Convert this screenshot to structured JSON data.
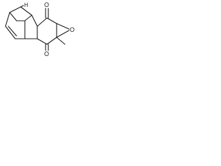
{
  "atoms": {
    "ketone_top_oxygen": "O",
    "ketone_bottom_oxygen": "O",
    "epoxide_oxygen": "O",
    "bridgehead_hydrogen": "H",
    "methyl_group_text": ""
  },
  "colors": {
    "ink": "#1a1a1a",
    "background": "#ffffff"
  }
}
